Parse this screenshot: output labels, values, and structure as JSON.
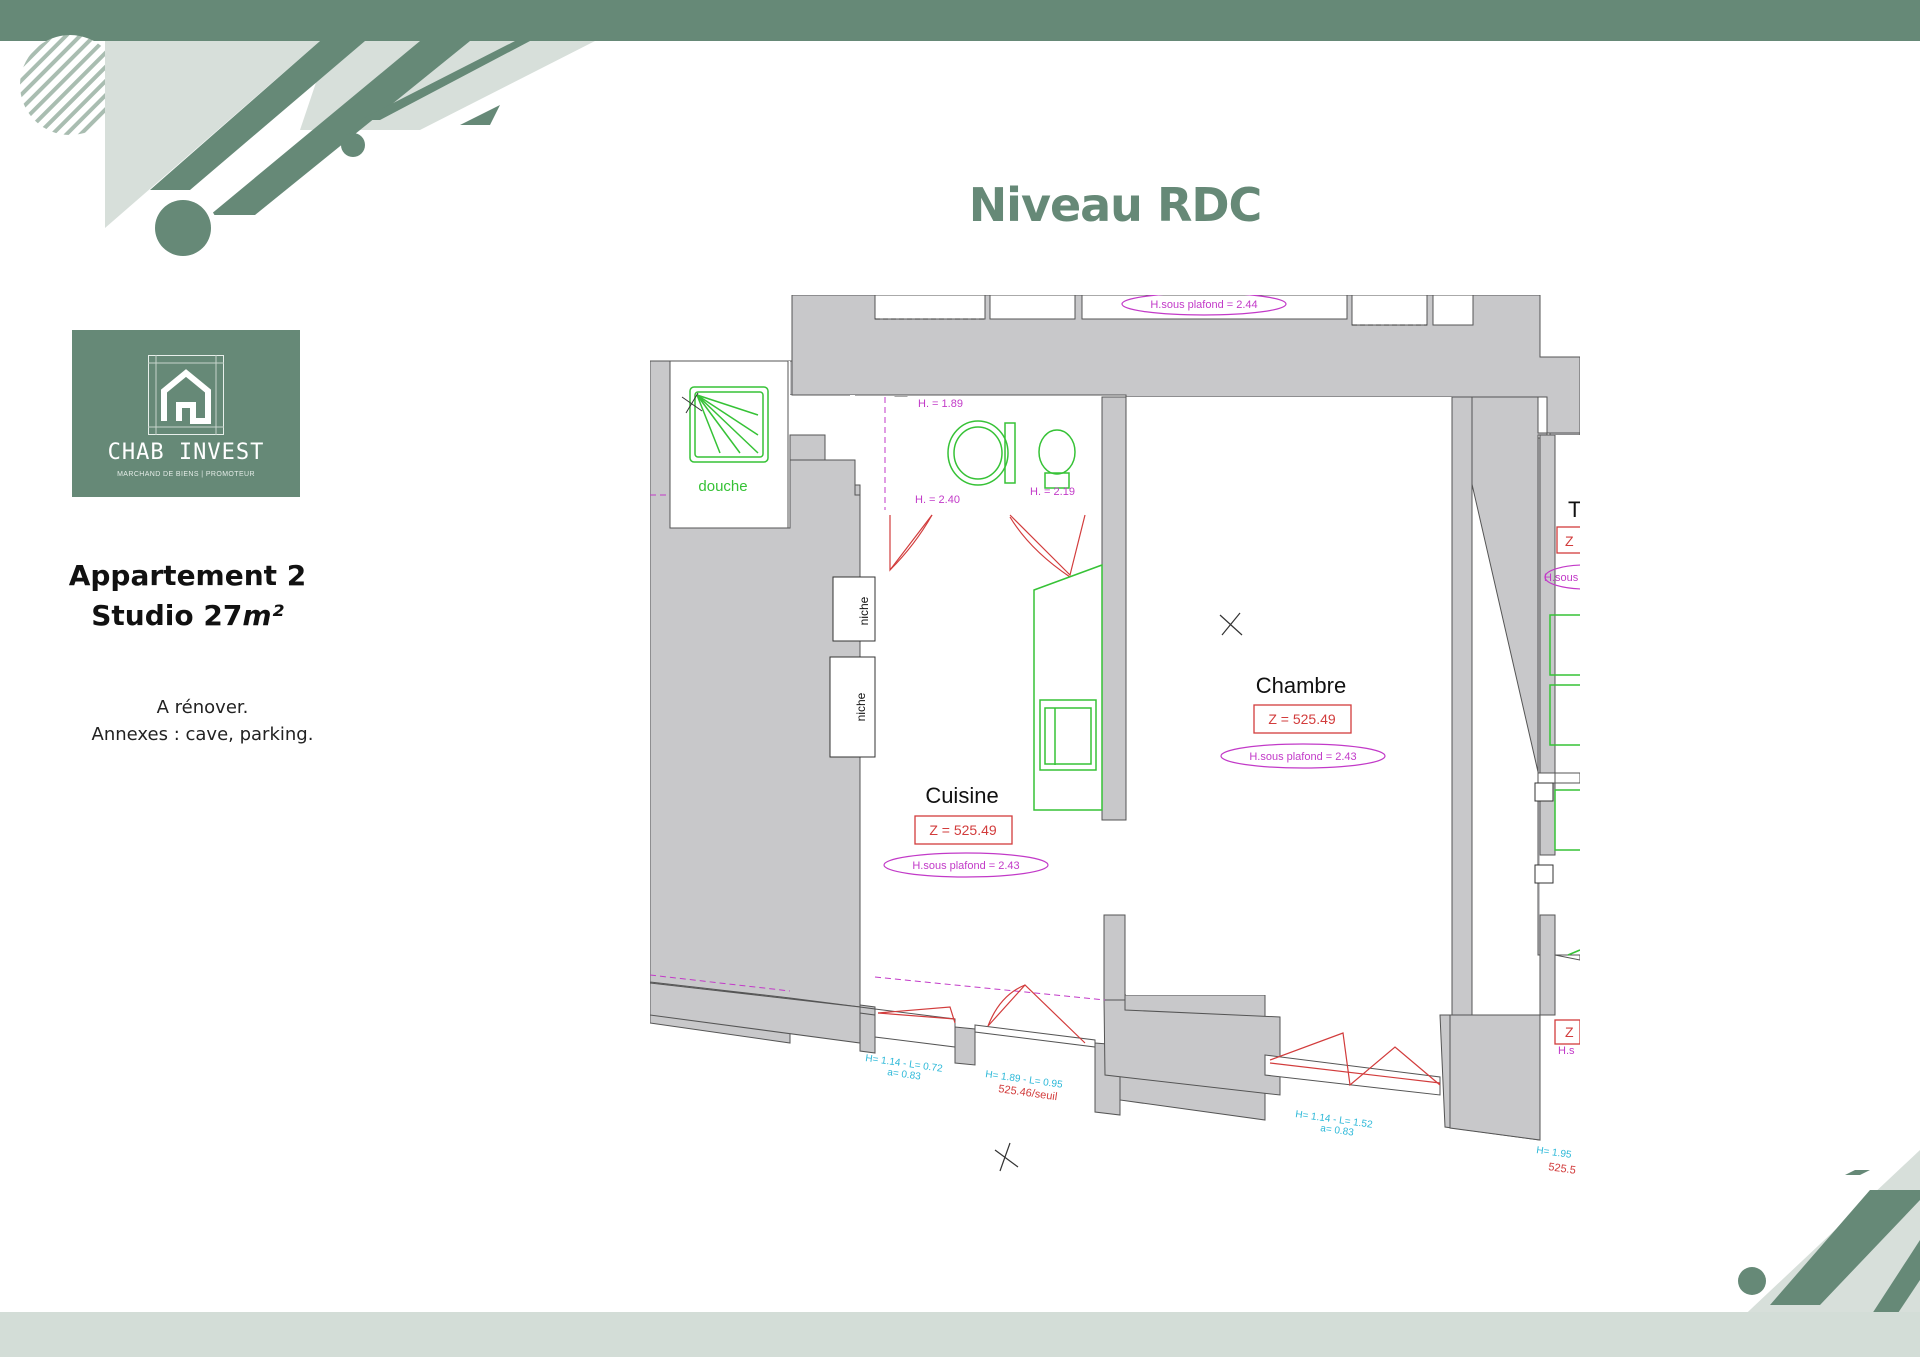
{
  "header": {
    "title": "Niveau RDC"
  },
  "brand": {
    "name": "CHAB INVEST",
    "tagline": "MARCHAND DE BIENS | PROMOTEUR"
  },
  "listing": {
    "line1": "Appartement 2",
    "line2_prefix": "Studio 27",
    "line2_unit": "m²",
    "note1": "A rénover.",
    "note2": "Annexes : cave, parking."
  },
  "plan": {
    "rooms": {
      "douche": "douche",
      "cuisine": "Cuisine",
      "chambre": "Chambre",
      "niche1": "niche",
      "niche2": "niche",
      "cut_room": "T"
    },
    "levels": {
      "cuisine_z": "Z = 525.49",
      "chambre_z": "Z = 525.49",
      "cut_z": "Z",
      "cut_z2": "Z"
    },
    "ceilings": {
      "top": "H.sous plafond = 2.44",
      "cuisine": "H.sous plafond = 2.43",
      "chambre": "H.sous plafond = 2.43",
      "cut": "H.sous",
      "cut2": "H.s"
    },
    "heights": {
      "h189": "H. = 1.89",
      "h240": "H. = 2.40",
      "h219": "H. = 2.19"
    },
    "openings": {
      "w1a": "H= 1.14 - L= 0.72",
      "w1b": "a= 0.83",
      "d1a": "H= 1.89 - L= 0.95",
      "w2a": "H= 1.14 - L= 1.52",
      "w2b": "a= 0.83",
      "cut_a": "H= 1.95"
    },
    "thresholds": {
      "seuil": "525.46/seuil",
      "cut": "525.5"
    }
  },
  "colors": {
    "brand_green": "#668977",
    "pale_green": "#d3ddd7",
    "wall_gray": "#c8c8ca",
    "annotation_red": "#d23c3c",
    "annotation_magenta": "#c23ac8",
    "fixture_green": "#36c236",
    "dimension_cyan": "#2bb8d8"
  }
}
